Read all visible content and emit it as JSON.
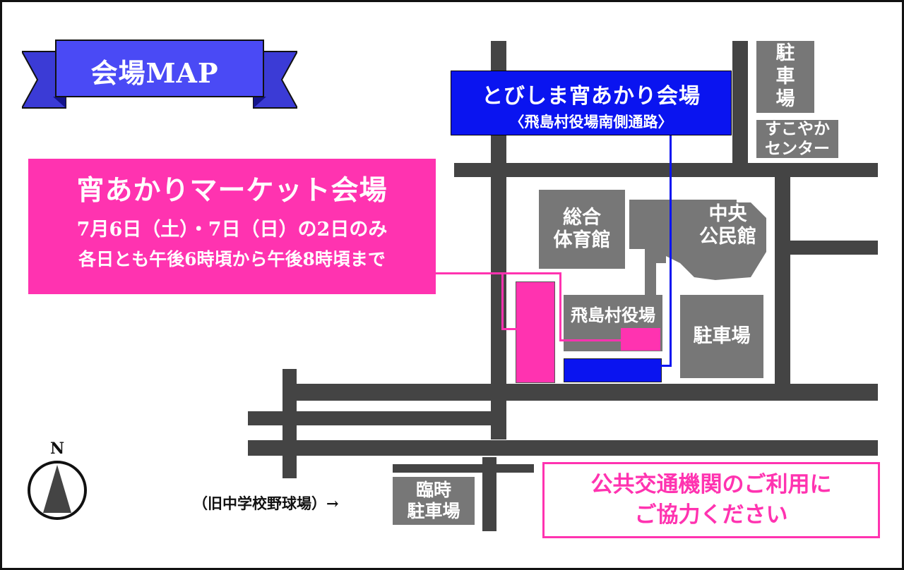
{
  "title": "会場MAP",
  "colors": {
    "road": "#444444",
    "building": "#777777",
    "blue_venue": "#0a14f0",
    "pink_venue": "#ff33b0"
  },
  "venues": {
    "tobishima": {
      "name": "とびしま宵あかり会場",
      "sub": "〈飛島村役場南側通路〉"
    },
    "market": {
      "name": "宵あかりマーケット会場",
      "dates": "7月6日（土）・7日（日）の2日のみ",
      "hours": "各日とも午後6時頃から午後8時頃まで"
    }
  },
  "buildings": {
    "parking_top": "駐\n車\n場",
    "sukoyaka": "すこやか\nセンター",
    "gym": "総合\n体育館",
    "community": "中央\n公民館",
    "village_office": "飛島村役場",
    "parking_mid": "駐車場",
    "temp_parking": "臨時\n駐車場"
  },
  "old_site": "（旧中学校野球場）→",
  "notice": "公共交通機関のご利用に\nご協力ください",
  "compass": {
    "label": "N",
    "icon": "north-arrow-icon"
  }
}
